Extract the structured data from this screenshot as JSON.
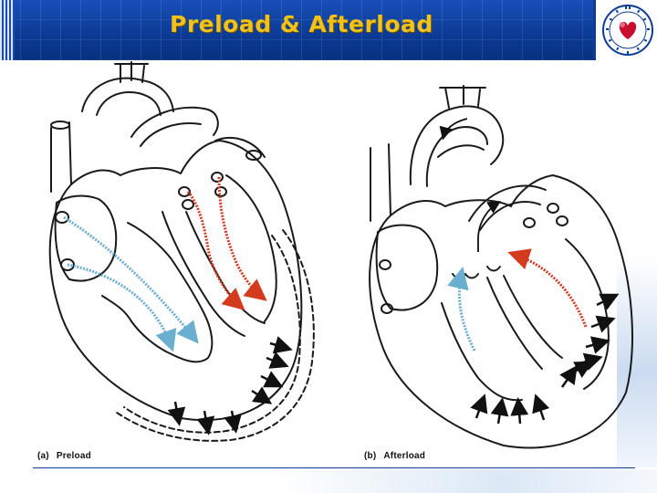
{
  "slide": {
    "title": "Preload & Afterload",
    "logo_icon": "society-seal-icon",
    "colors": {
      "header_blue": "#0c3c98",
      "title_gold": "#f2c21a",
      "arrow_blue": "#6aaed0",
      "arrow_red": "#d43a1e",
      "outline": "#1a1a1a"
    }
  },
  "figure": {
    "panel_a": {
      "letter": "(a)",
      "label": "Preload"
    },
    "panel_b": {
      "letter": "(b)",
      "label": "Afterload"
    }
  }
}
